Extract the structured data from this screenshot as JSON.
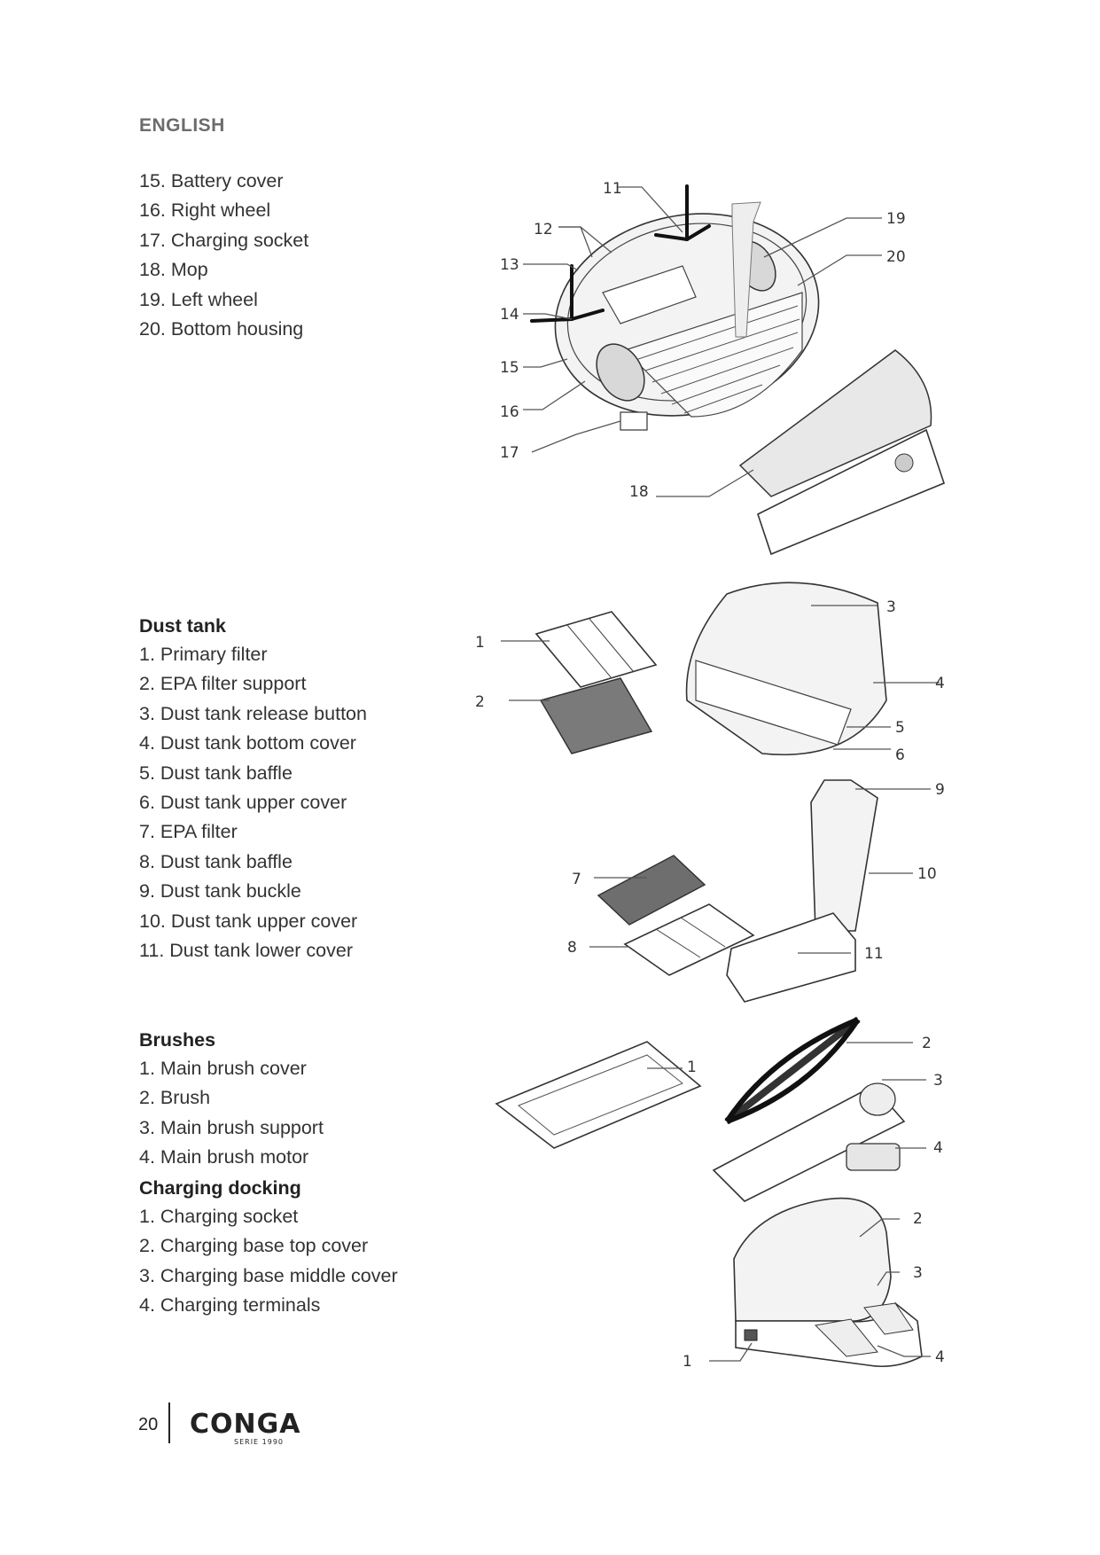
{
  "language_label": "ENGLISH",
  "robot_parts": {
    "items": [
      "15.  Battery cover",
      "16.  Right wheel",
      "17.  Charging socket",
      "18.  Mop",
      "19.  Left wheel",
      "20.  Bottom housing"
    ],
    "callouts": [
      "11",
      "12",
      "13",
      "14",
      "15",
      "16",
      "17",
      "18",
      "19",
      "20"
    ]
  },
  "dust_tank": {
    "title": "Dust tank",
    "items": [
      "1.  Primary filter",
      "2.  EPA filter support",
      "3.  Dust tank release button",
      "4.  Dust tank bottom cover",
      "5.  Dust tank baffle",
      "6.  Dust tank upper cover",
      "7.  EPA filter",
      "8.  Dust tank baffle",
      "9.  Dust tank buckle",
      "10.  Dust tank upper cover",
      "11.  Dust tank lower cover"
    ],
    "callouts": [
      "1",
      "2",
      "3",
      "4",
      "5",
      "6",
      "7",
      "8",
      "9",
      "10",
      "11"
    ]
  },
  "brushes": {
    "title": "Brushes",
    "items": [
      "1.  Main brush cover",
      "2.  Brush",
      "3.  Main brush support",
      "4.  Main brush motor"
    ],
    "callouts": [
      "1",
      "2",
      "3",
      "4"
    ]
  },
  "charging_docking": {
    "title": "Charging docking",
    "items": [
      "1.  Charging socket",
      "2.  Charging base top cover",
      "3.  Charging base middle cover",
      "4.  Charging terminals"
    ],
    "callouts": [
      "1",
      "2",
      "3",
      "4"
    ]
  },
  "footer": {
    "page_number": "20",
    "brand": "CONGA",
    "brand_sub": "SERIE 1990"
  }
}
